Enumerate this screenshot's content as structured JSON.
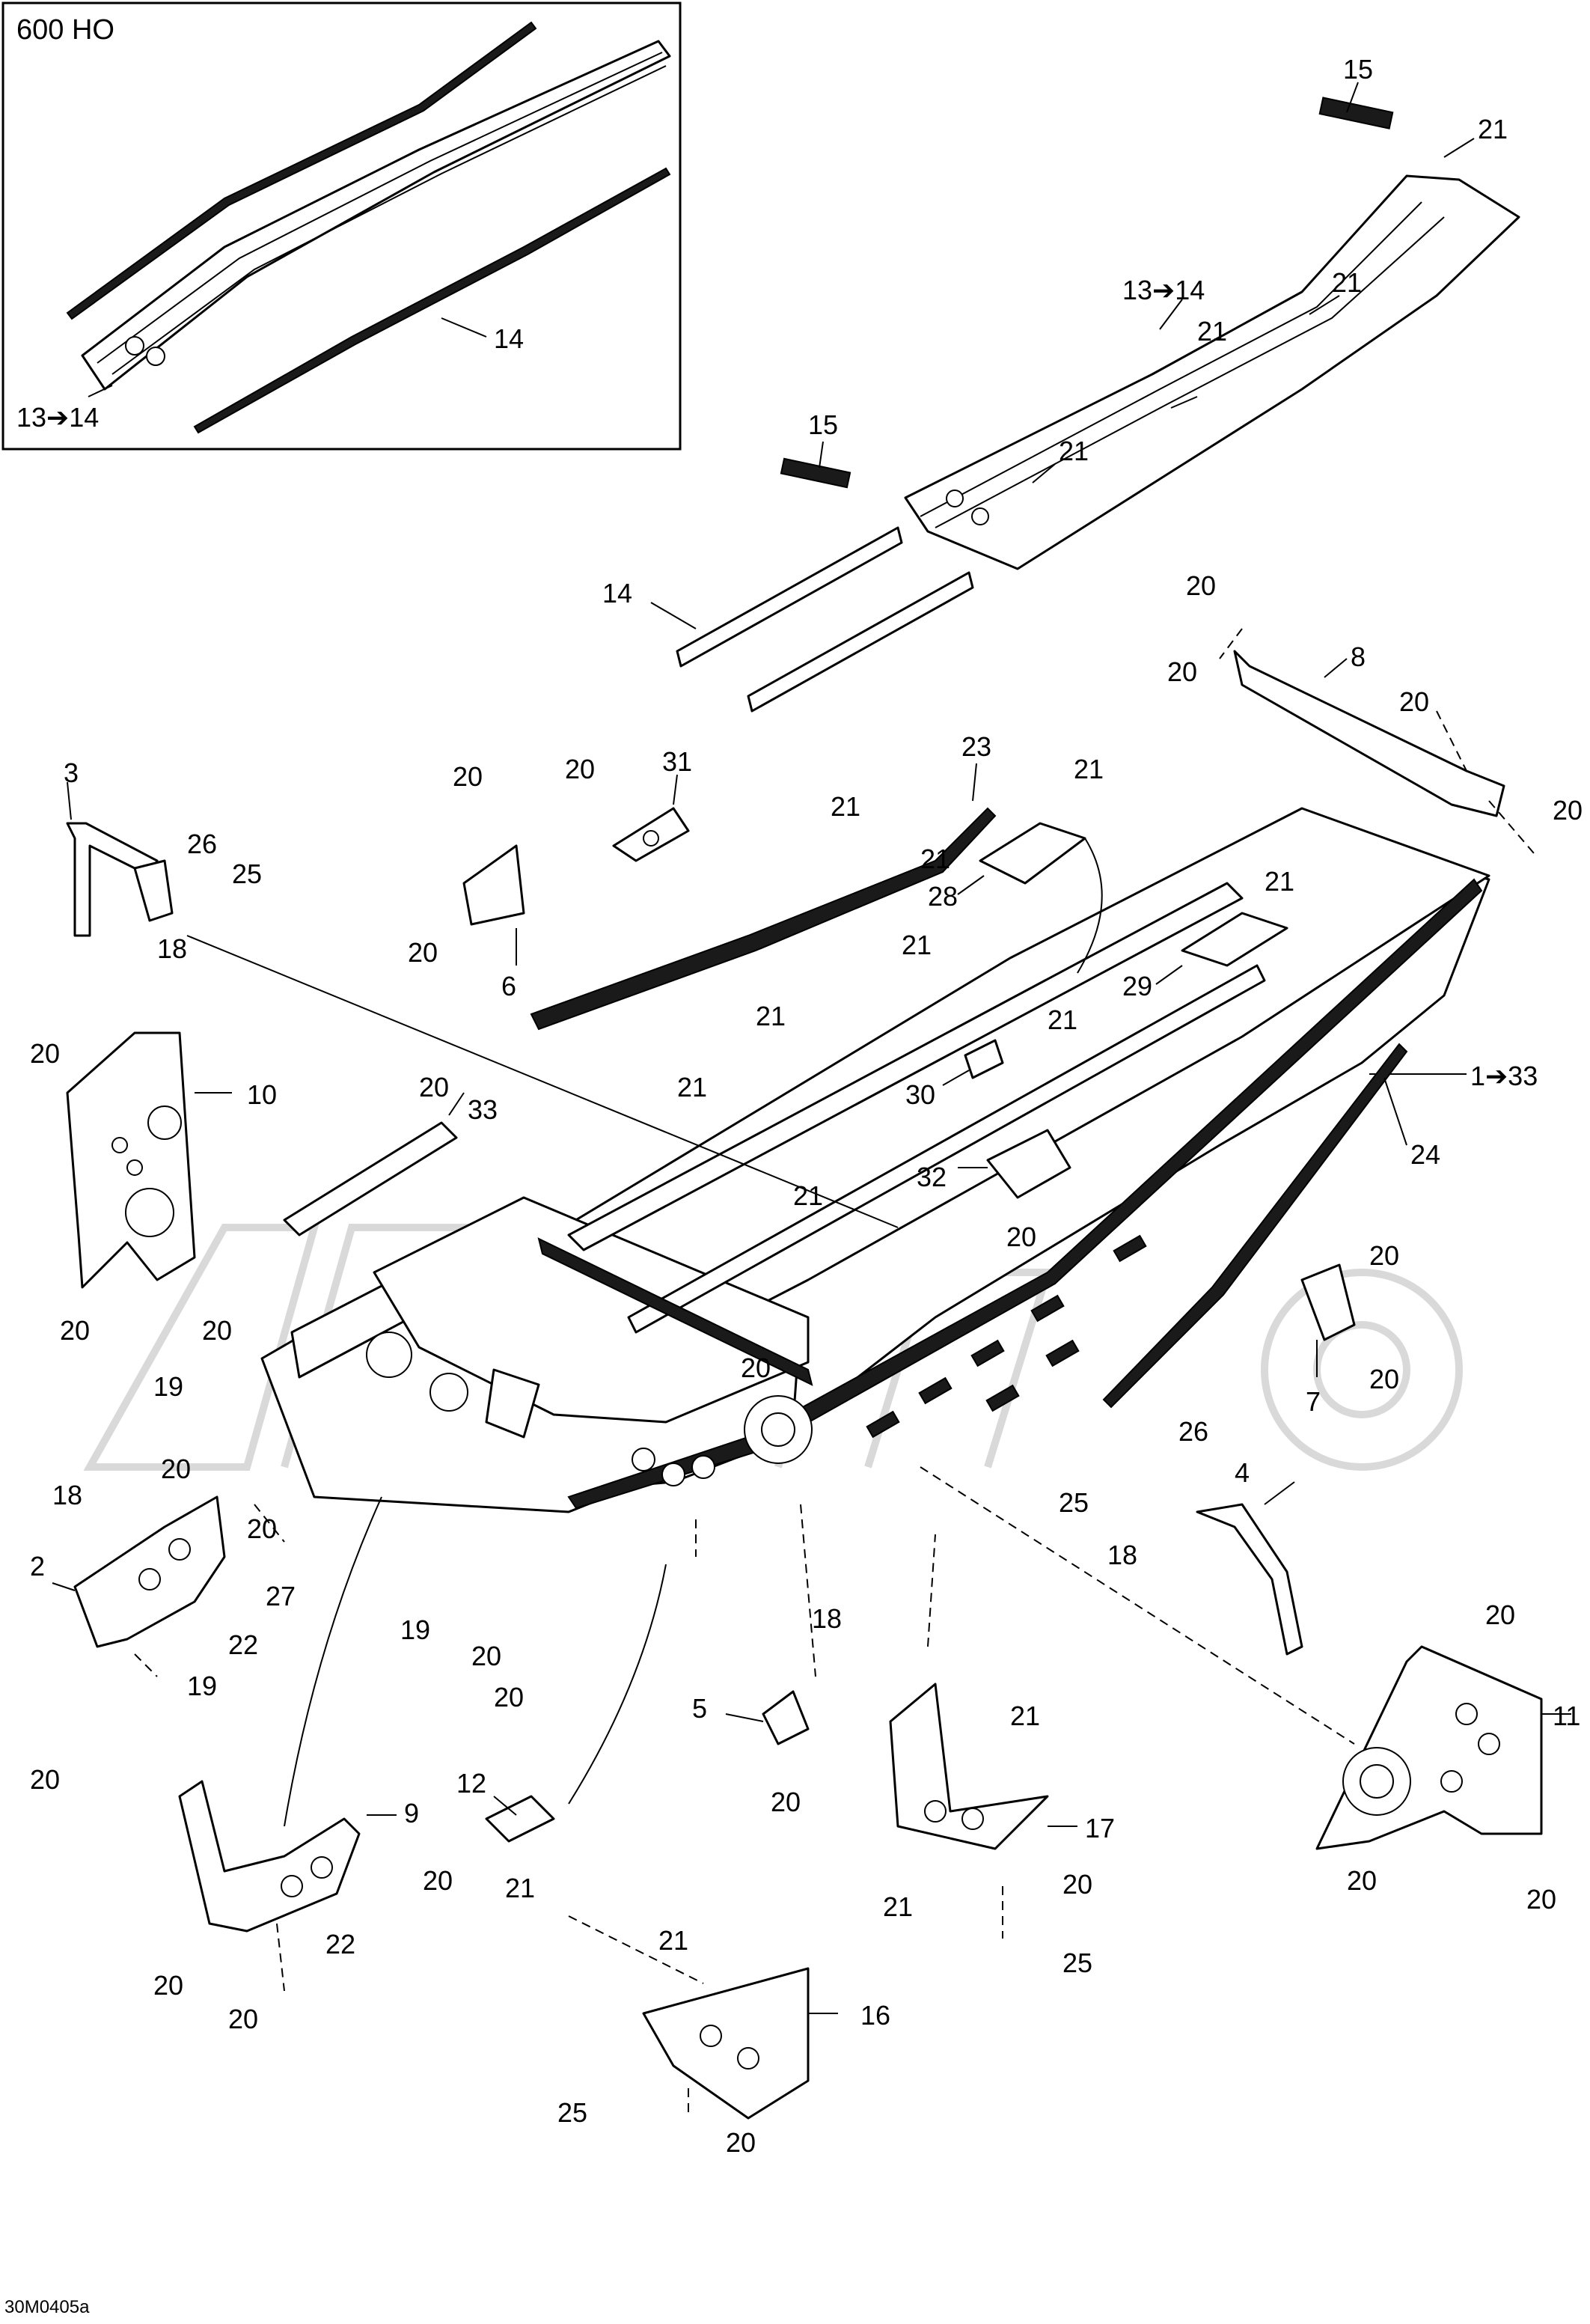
{
  "inset": {
    "label": "600 HO",
    "callouts": [
      "14",
      "13➔14"
    ]
  },
  "diagram_code": "30M0405a",
  "callouts": [
    {
      "id": "c15a",
      "text": "15"
    },
    {
      "id": "c21a",
      "text": "21"
    },
    {
      "id": "c13to14",
      "text": "13➔14"
    },
    {
      "id": "c21b",
      "text": "21"
    },
    {
      "id": "c21c",
      "text": "21"
    },
    {
      "id": "c21d",
      "text": "21"
    },
    {
      "id": "c15b",
      "text": "15"
    },
    {
      "id": "c14",
      "text": "14"
    },
    {
      "id": "c20a",
      "text": "20"
    },
    {
      "id": "c20b",
      "text": "20"
    },
    {
      "id": "c8",
      "text": "8"
    },
    {
      "id": "c20c",
      "text": "20"
    },
    {
      "id": "c20d",
      "text": "20"
    },
    {
      "id": "c3",
      "text": "3"
    },
    {
      "id": "c20e",
      "text": "20"
    },
    {
      "id": "c20f",
      "text": "20"
    },
    {
      "id": "c31",
      "text": "31"
    },
    {
      "id": "c23",
      "text": "23"
    },
    {
      "id": "c21e",
      "text": "21"
    },
    {
      "id": "c21f",
      "text": "21"
    },
    {
      "id": "c21g",
      "text": "21"
    },
    {
      "id": "c26a",
      "text": "26"
    },
    {
      "id": "c25a",
      "text": "25"
    },
    {
      "id": "c18a",
      "text": "18"
    },
    {
      "id": "c20g",
      "text": "20"
    },
    {
      "id": "c6",
      "text": "6"
    },
    {
      "id": "c28",
      "text": "28"
    },
    {
      "id": "c21h",
      "text": "21"
    },
    {
      "id": "c21i",
      "text": "21"
    },
    {
      "id": "c29",
      "text": "29"
    },
    {
      "id": "c21j",
      "text": "21"
    },
    {
      "id": "c21k",
      "text": "21"
    },
    {
      "id": "c1to33",
      "text": "1➔33"
    },
    {
      "id": "c20h",
      "text": "20"
    },
    {
      "id": "c10",
      "text": "10"
    },
    {
      "id": "c20i",
      "text": "20"
    },
    {
      "id": "c33",
      "text": "33"
    },
    {
      "id": "c21l",
      "text": "21"
    },
    {
      "id": "c30",
      "text": "30"
    },
    {
      "id": "c32",
      "text": "32"
    },
    {
      "id": "c24",
      "text": "24"
    },
    {
      "id": "c21m",
      "text": "21"
    },
    {
      "id": "c20j",
      "text": "20"
    },
    {
      "id": "c20k",
      "text": "20"
    },
    {
      "id": "c20l",
      "text": "20"
    },
    {
      "id": "c20m",
      "text": "20"
    },
    {
      "id": "c19a",
      "text": "19"
    },
    {
      "id": "c20n",
      "text": "20"
    },
    {
      "id": "c7",
      "text": "7"
    },
    {
      "id": "c20o",
      "text": "20"
    },
    {
      "id": "c20p",
      "text": "20"
    },
    {
      "id": "c26b",
      "text": "26"
    },
    {
      "id": "c4",
      "text": "4"
    },
    {
      "id": "c25b",
      "text": "25"
    },
    {
      "id": "c18b",
      "text": "18"
    },
    {
      "id": "c20q",
      "text": "20"
    },
    {
      "id": "c18c",
      "text": "18"
    },
    {
      "id": "c2",
      "text": "2"
    },
    {
      "id": "c27",
      "text": "27"
    },
    {
      "id": "c22a",
      "text": "22"
    },
    {
      "id": "c19b",
      "text": "19"
    },
    {
      "id": "c19c",
      "text": "19"
    },
    {
      "id": "c20r",
      "text": "20"
    },
    {
      "id": "c20s",
      "text": "20"
    },
    {
      "id": "c18d",
      "text": "18"
    },
    {
      "id": "c20t",
      "text": "20"
    },
    {
      "id": "c5",
      "text": "5"
    },
    {
      "id": "c21n",
      "text": "21"
    },
    {
      "id": "c11",
      "text": "11"
    },
    {
      "id": "c20u",
      "text": "20"
    },
    {
      "id": "c20v",
      "text": "20"
    },
    {
      "id": "c9",
      "text": "9"
    },
    {
      "id": "c12",
      "text": "12"
    },
    {
      "id": "c17",
      "text": "17"
    },
    {
      "id": "c20w",
      "text": "20"
    },
    {
      "id": "c20x",
      "text": "20"
    },
    {
      "id": "c21o",
      "text": "21"
    },
    {
      "id": "c21p",
      "text": "21"
    },
    {
      "id": "c20y",
      "text": "20"
    },
    {
      "id": "c22b",
      "text": "22"
    },
    {
      "id": "c20z",
      "text": "20"
    },
    {
      "id": "c25c",
      "text": "25"
    },
    {
      "id": "c20aa",
      "text": "20"
    },
    {
      "id": "c20ab",
      "text": "20"
    },
    {
      "id": "c21q",
      "text": "21"
    },
    {
      "id": "c16",
      "text": "16"
    },
    {
      "id": "c25d",
      "text": "25"
    },
    {
      "id": "c20ac",
      "text": "20"
    }
  ]
}
